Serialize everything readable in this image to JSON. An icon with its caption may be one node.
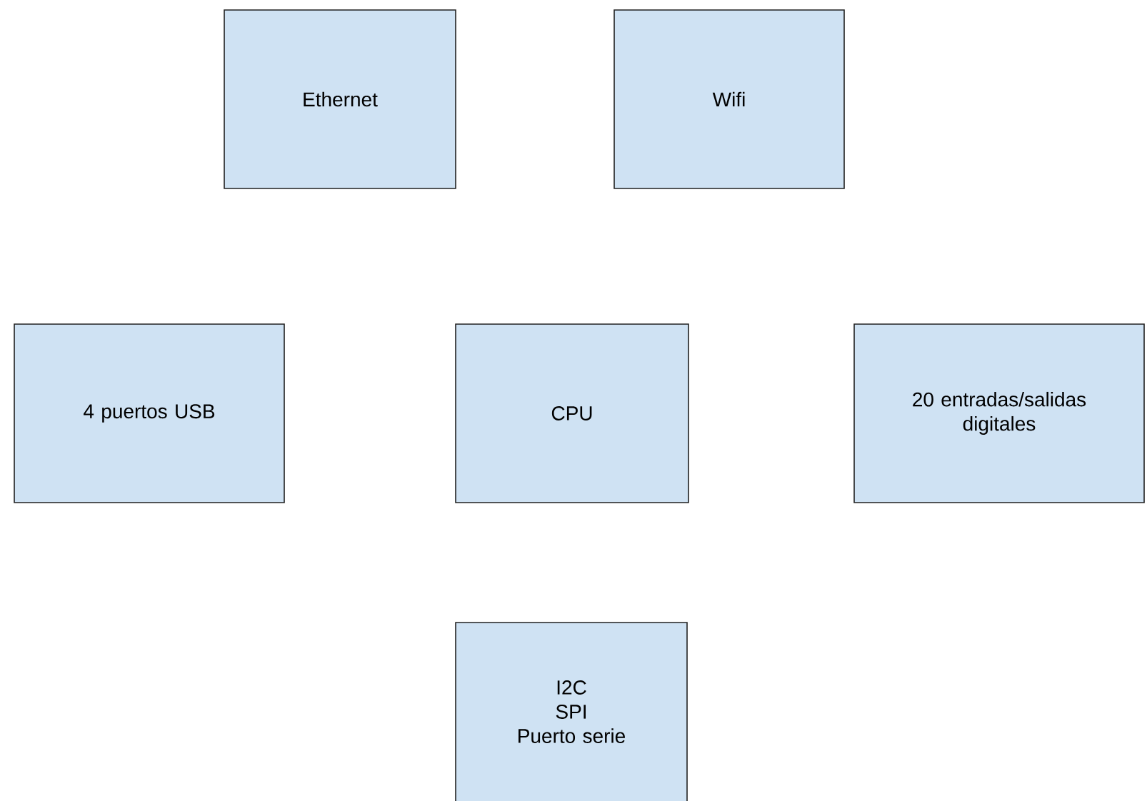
{
  "diagram": {
    "nodes": [
      {
        "text": [
          "Ethernet"
        ]
      },
      {
        "text": [
          "Wifi"
        ]
      },
      {
        "text": [
          "4 puertos USB"
        ]
      },
      {
        "text": [
          "CPU"
        ]
      },
      {
        "text": [
          "20 entradas/salidas digitales"
        ]
      },
      {
        "text": [
          "I2C",
          "SPI",
          "Puerto serie"
        ]
      }
    ]
  }
}
